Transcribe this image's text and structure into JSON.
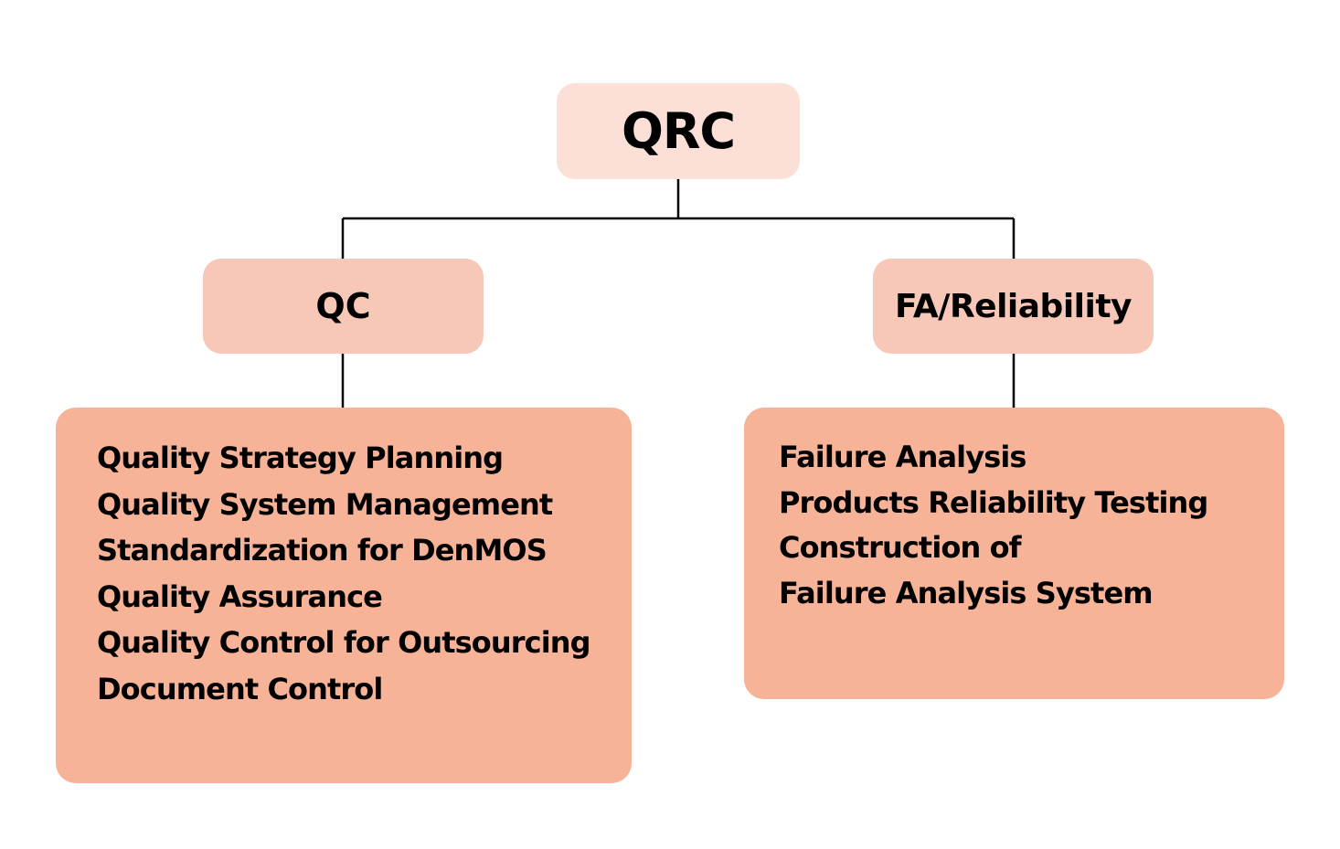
{
  "colors": {
    "root_fill": "#fce0d7",
    "department_fill": "#f7c7b7",
    "function_box_fill": "#f7b398",
    "connector": "#000000",
    "text": "#000000"
  },
  "root": {
    "label": "QRC"
  },
  "departments": [
    {
      "label": "QC",
      "functions": [
        "Quality Strategy Planning",
        "Quality System Management",
        "Standardization for DenMOS",
        "Quality Assurance",
        "Quality Control for Outsourcing",
        "Document Control"
      ]
    },
    {
      "label": "FA/Reliability",
      "functions": [
        "Failure Analysis",
        "Products Reliability Testing",
        "Construction of",
        "Failure Analysis System"
      ]
    }
  ]
}
